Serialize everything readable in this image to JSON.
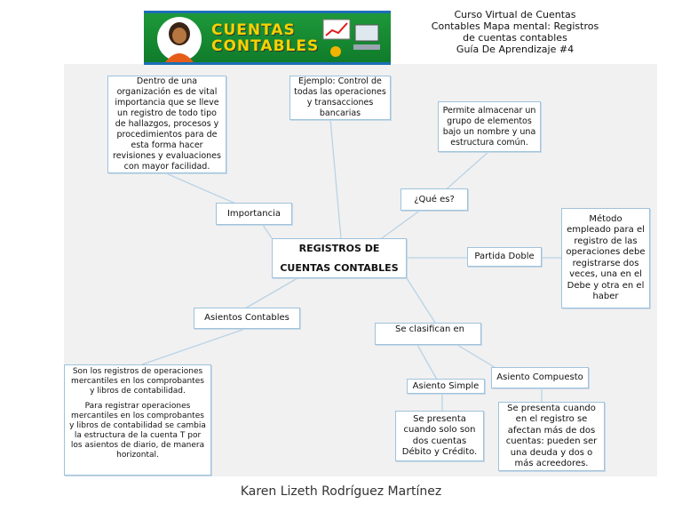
{
  "header": {
    "logo_line1": "CUENTAS",
    "logo_line2": "CONTABLES",
    "title_lines": [
      "Curso Virtual de Cuentas",
      "Contables Mapa mental: Registros",
      "de cuentas contables",
      "Guía De Aprendizaje #4"
    ]
  },
  "central": {
    "line1": "REGISTROS DE",
    "line2": "CUENTAS CONTABLES"
  },
  "nodes": {
    "importancia": "Importancia",
    "importancia_desc": "Dentro de una organización es de vital importancia que se lleve un registro de todo tipo de hallazgos, procesos y procedimientos para de esta forma hacer revisiones y evaluaciones con mayor facilidad.",
    "ejemplo_desc": "Ejemplo: Control de todas las operaciones y transacciones bancarias",
    "que_es": "¿Qué es?",
    "que_es_desc": "Permite almacenar un grupo de elementos bajo un nombre y una estructura común.",
    "partida_doble": "Partida Doble",
    "partida_doble_desc": "Método empleado para el registro de las operaciones debe registrarse dos veces, una en el Debe y otra en el haber",
    "asientos_contables": "Asientos Contables",
    "asientos_desc_1": "Son los registros de operaciones mercantiles en los comprobantes y libros de contabilidad.",
    "asientos_desc_2": "Para registrar operaciones mercantiles en los comprobantes y libros de contabilidad se cambia la estructura de la cuenta T por los asientos de diario, de manera horizontal.",
    "se_clasifican": "Se clasifican en",
    "asiento_simple": "Asiento Simple",
    "asiento_simple_desc": "Se presenta cuando solo son dos cuentas Débito y Crédito.",
    "asiento_compuesto": "Asiento Compuesto",
    "asiento_compuesto_desc": "Se presenta cuando en el registro se afectan más de dos cuentas: pueden ser una deuda y dos o más acreedores."
  },
  "author": "Karen Lizeth Rodríguez Martínez"
}
